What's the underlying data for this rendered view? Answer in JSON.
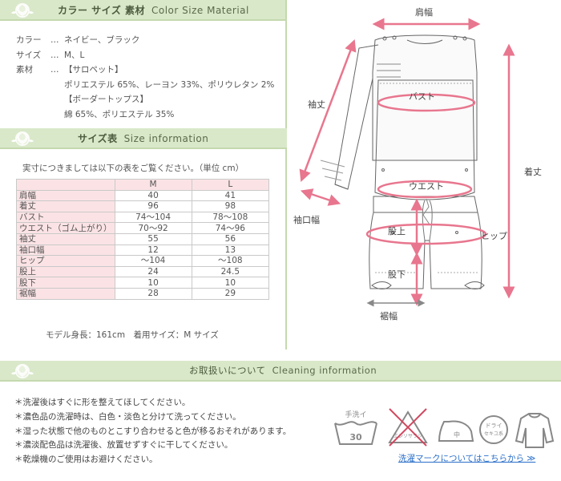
{
  "sections": {
    "material": {
      "title_ja": "カラー サイズ 素材",
      "title_en": "Color Size Material"
    },
    "size": {
      "title_ja": "サイズ表",
      "title_en": "Size information"
    },
    "care": {
      "title_ja": "お取扱いについて",
      "title_en": "Cleaning information"
    }
  },
  "material": {
    "color_label": "カラー",
    "color_value": "ネイビー、ブラック",
    "size_label": "サイズ",
    "size_value": "M、L",
    "material_label": "素材",
    "dots": "…",
    "salopette_label": "【サロペット】",
    "salopette_value": "ポリエステル 65%、レーヨン 33%、ポリウレタン 2%",
    "tops_label": "【ボーダートップス】",
    "tops_value": "綿 65%、ポリエステル 35%"
  },
  "size_table": {
    "note": "実寸につきましては以下の表をご覧ください。（単位 cm）",
    "columns": [
      "",
      "M",
      "L"
    ],
    "rows": [
      {
        "label": "肩幅",
        "m": "40",
        "l": "41"
      },
      {
        "label": "着丈",
        "m": "96",
        "l": "98"
      },
      {
        "label": "バスト",
        "m": "74～104",
        "l": "78～108"
      },
      {
        "label": "ウエスト（ゴム上がり）",
        "m": "70～92",
        "l": "74～96"
      },
      {
        "label": "袖丈",
        "m": "55",
        "l": "56"
      },
      {
        "label": "袖口幅",
        "m": "12",
        "l": "13"
      },
      {
        "label": "ヒップ",
        "m": "～104",
        "l": "～108"
      },
      {
        "label": "股上",
        "m": "24",
        "l": "24.5"
      },
      {
        "label": "股下",
        "m": "10",
        "l": "10"
      },
      {
        "label": "裾幅",
        "m": "28",
        "l": "29"
      }
    ],
    "model_note": "モデル身長：161cm　着用サイズ：M サイズ"
  },
  "diagram_labels": {
    "shoulder": "肩幅",
    "sleeve": "袖丈",
    "bust": "バスト",
    "length": "着丈",
    "waist": "ウエスト",
    "cuff": "袖口幅",
    "hip": "ヒップ",
    "rise": "股上",
    "inseam": "股下",
    "hem": "裾幅"
  },
  "care": {
    "lines": [
      "＊洗濯後はすぐに形を整えてほしてください。",
      "＊濃色品の洗濯時は、白色・淡色と分けて洗ってください。",
      "＊湿った状態で他のものとこすり合わせると色が移るおそれがあります。",
      "＊濃淡配色品は洗濯後、放置せずすぐに干してください。",
      "＊乾燥機のご使用はお避けください。"
    ],
    "icons": {
      "handwash": "手洗イ",
      "handwash_temp": "30",
      "no_bleach": "エンソサラシ",
      "iron": "中",
      "dry_clean": "ドライ",
      "dry_clean_sub": "セキユ系"
    },
    "link": "洗濯マークについてはこちらから ≫"
  },
  "colors": {
    "header_bg": "#d9e8c9",
    "table_label_bg": "#fbe3e5",
    "measure_line": "#e8768e",
    "link": "#2a6fc9"
  }
}
